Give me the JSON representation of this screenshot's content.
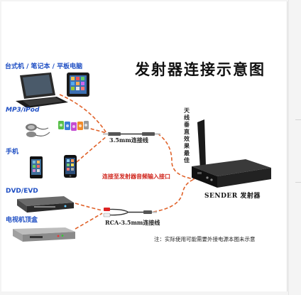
{
  "title": "发射器连接示意图",
  "devices": {
    "computers": "台式机 / 笔记本 / 平板电脑",
    "mp3": "MP3/iPod",
    "phone": "手机",
    "dvd": "DVD/EVD",
    "stb": "电视机顶盒"
  },
  "cables": {
    "minijack": "3.5mm连接线",
    "rca": "RCA-3.5mm连接线"
  },
  "input_label": "连接至发射器音频输入接口",
  "antenna_label": "天线垂直效果最佳",
  "sender_label": "SENDER 发射器",
  "note": "注：实际使用可能需要外接电源本图未示意",
  "colors": {
    "label_blue": "#1f4fc4",
    "dash_orange": "#e0622a",
    "label_red": "#d0251c"
  }
}
